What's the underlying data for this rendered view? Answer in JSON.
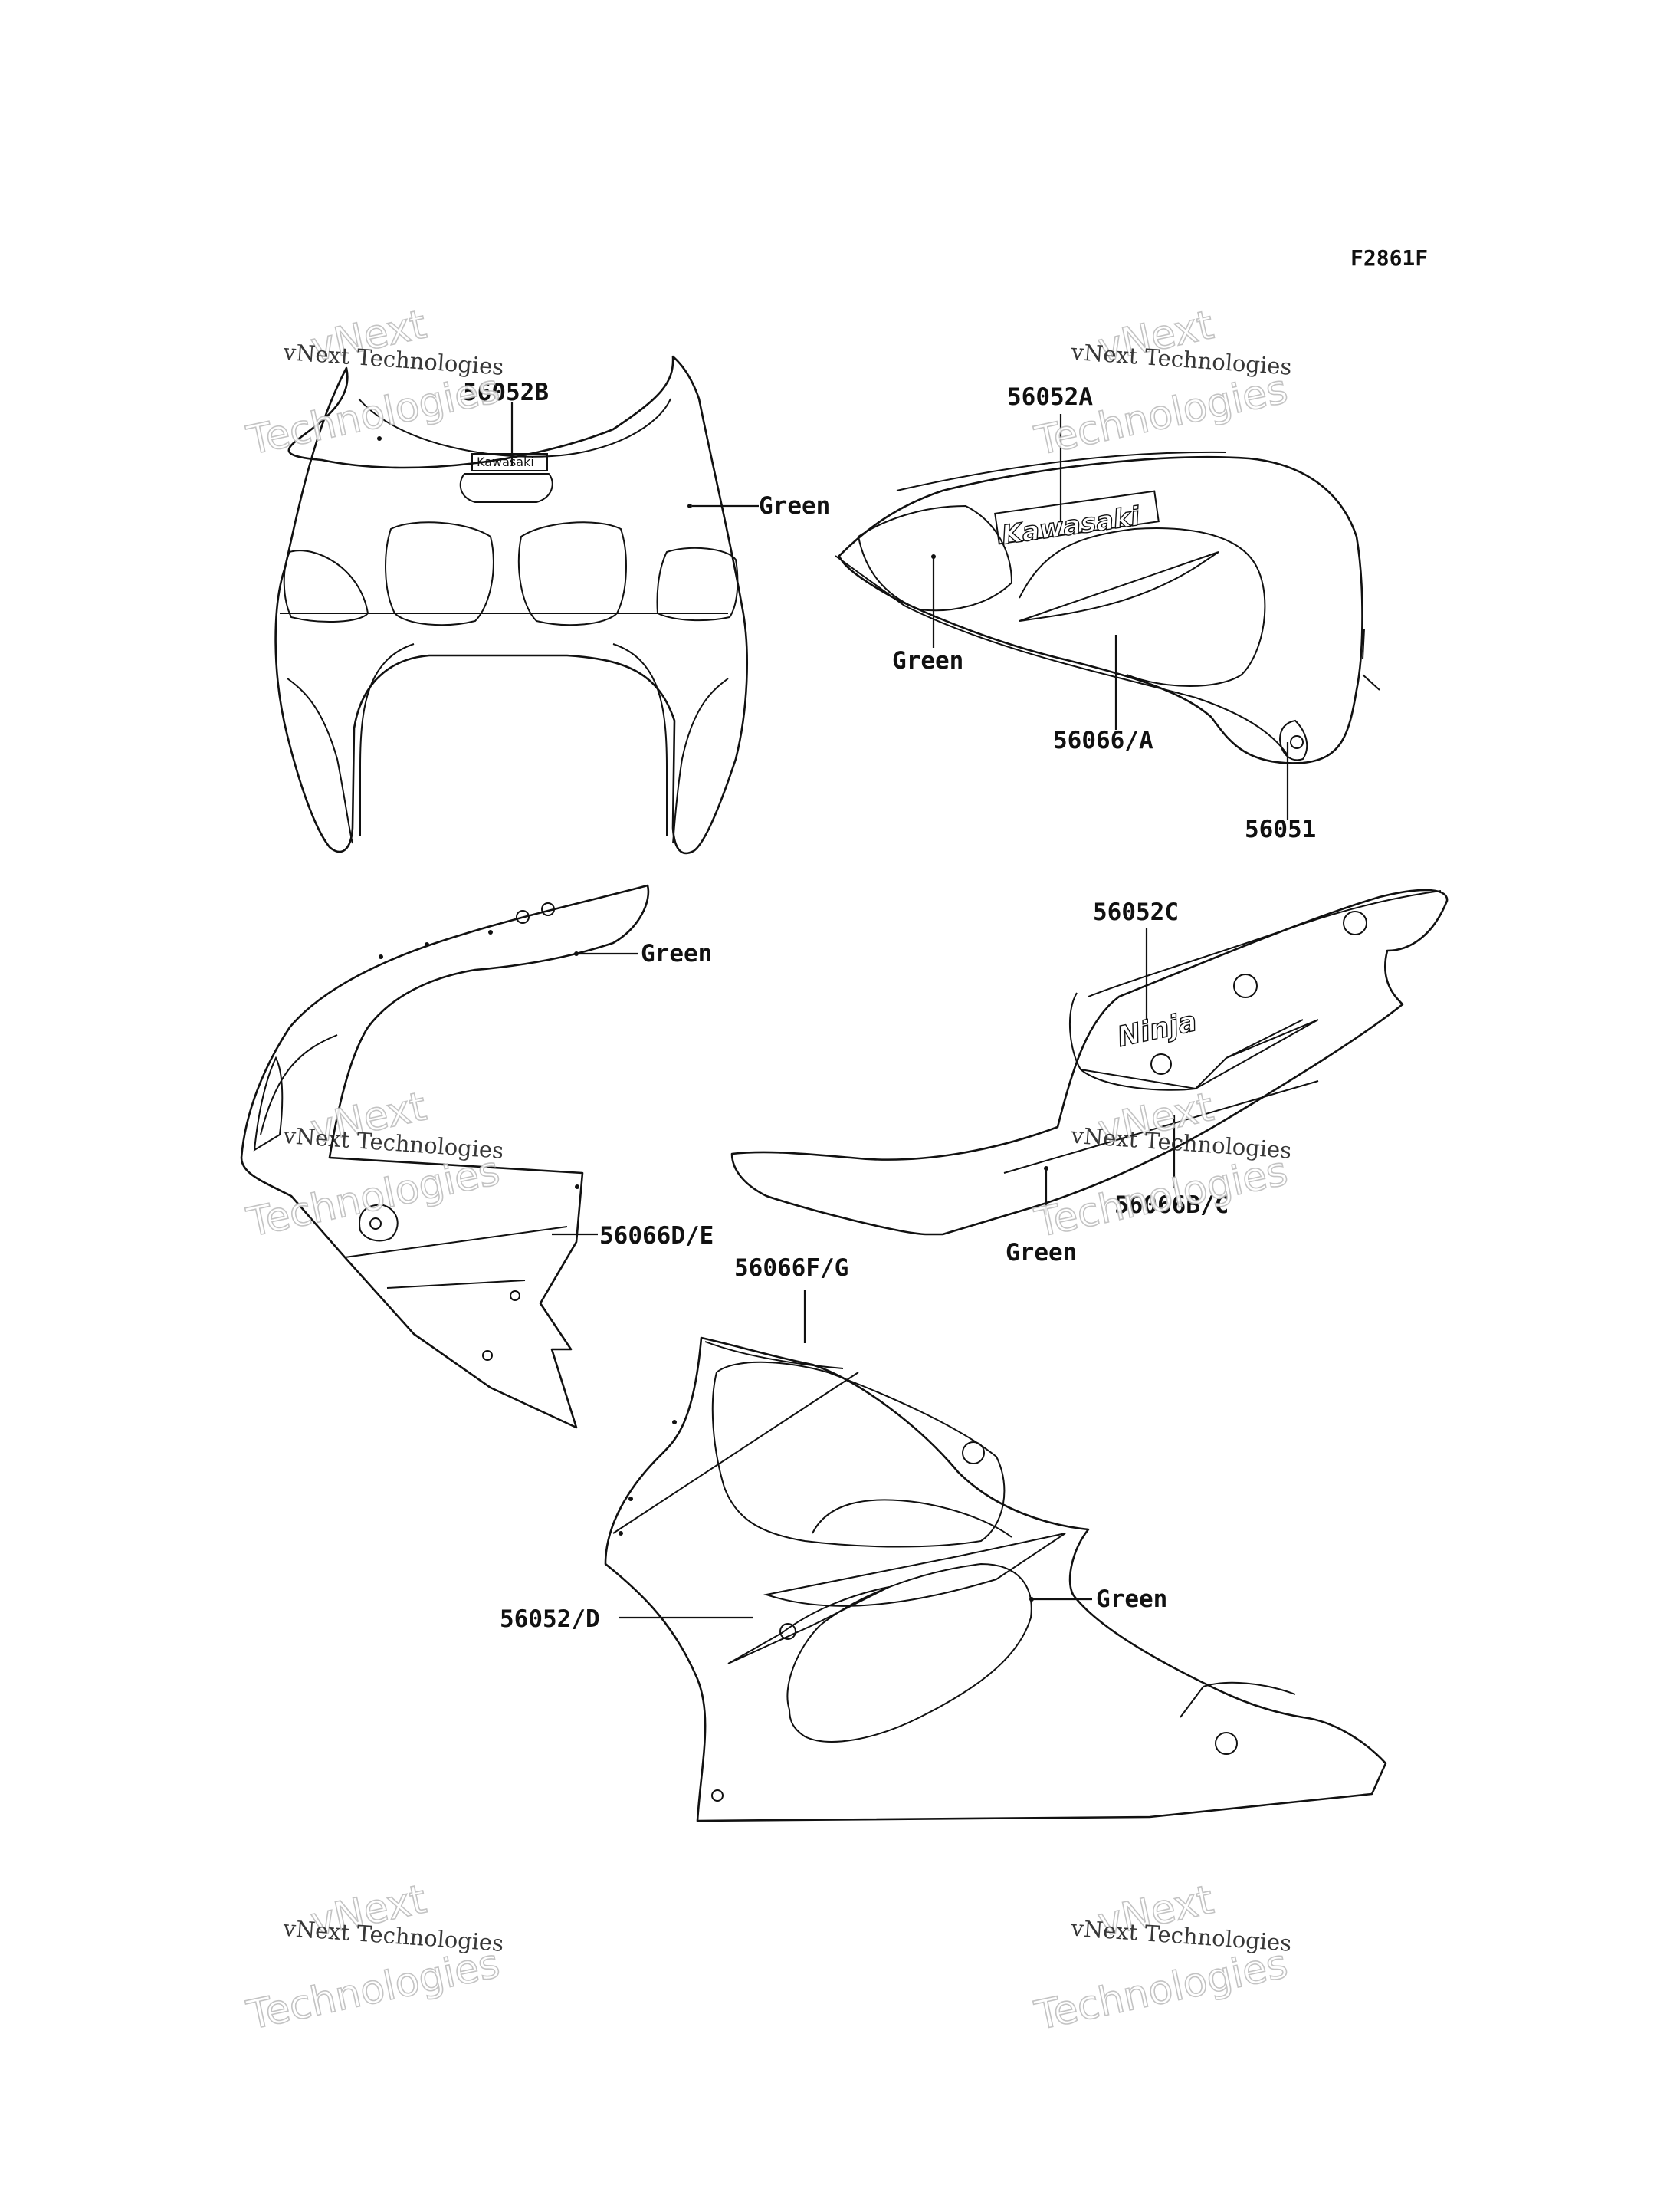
{
  "figure_code": "F2861F",
  "watermark": {
    "line1": "vNext",
    "line2": "vNext Technologies",
    "line3": "Technologies"
  },
  "labels": {
    "p56052B": "56052B",
    "p56052A": "56052A",
    "p56066A": "56066/A",
    "p56051": "56051",
    "p56052C": "56052C",
    "p56066BC": "56066B/C",
    "p56066DE": "56066D/E",
    "p56066FG": "56066F/G",
    "p56052D": "56052/D",
    "green": "Green"
  },
  "decal_text": {
    "kawasaki_large": "Kawasaki",
    "kawasaki_small": "Kawasaki",
    "ninja": "Ninja"
  }
}
